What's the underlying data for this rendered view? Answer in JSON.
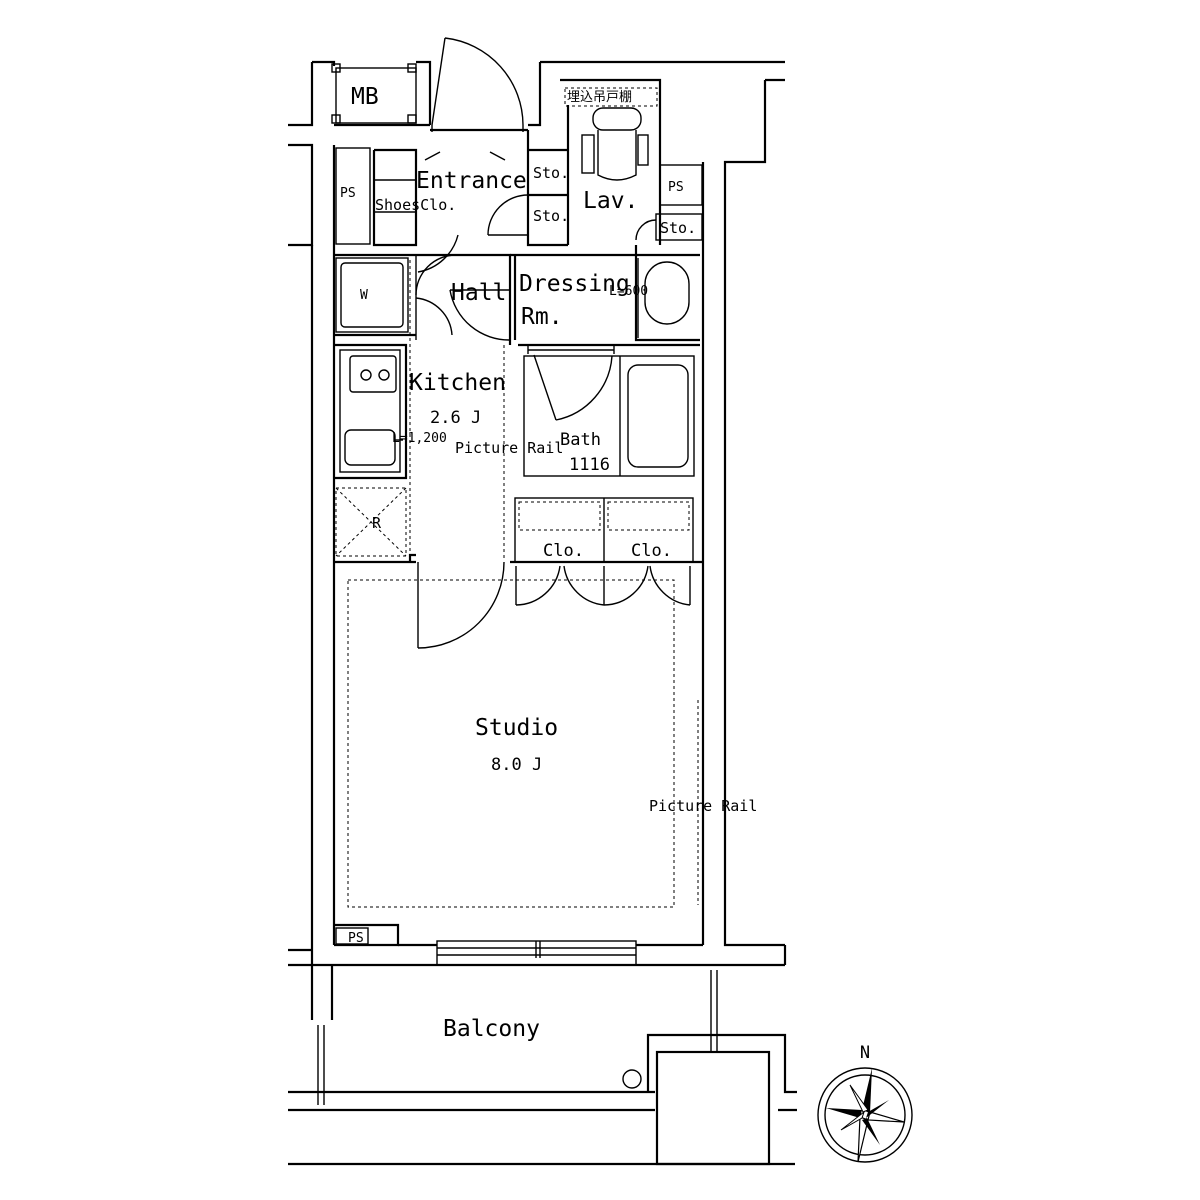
{
  "labels": {
    "mb": "MB",
    "ps_top_left": "PS",
    "ps_top_right": "PS",
    "ps_bottom": "PS",
    "storage_jp": "埋込吊戸棚",
    "entrance": "Entrance",
    "sto_1": "Sto.",
    "sto_2": "Sto.",
    "sto_3": "Sto.",
    "lav": "Lav.",
    "shoes_clo": "ShoesClo.",
    "hall": "Hall",
    "dressing_1": "Dressing",
    "dressing_2": "Rm.",
    "lav_sink": "L=600",
    "washer": "W",
    "kitchen": "Kitchen",
    "kitchen_size": "2.6 J",
    "sink_length": "L=1,200",
    "picture_rail_1": "Picture Rail",
    "bath": "Bath",
    "bath_size": "1116",
    "fridge": "R",
    "clo_1": "Clo.",
    "clo_2": "Clo.",
    "studio": "Studio",
    "studio_size": "8.0 J",
    "picture_rail_2": "Picture Rail",
    "balcony": "Balcony",
    "north": "N"
  }
}
